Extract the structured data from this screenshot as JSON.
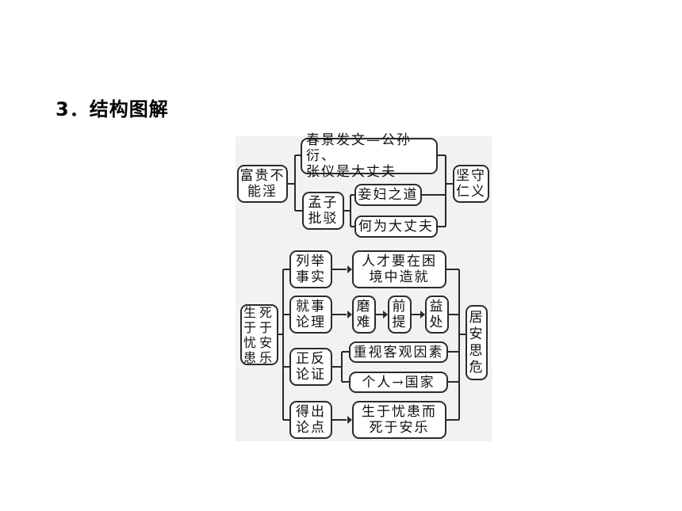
{
  "heading": "3．结构图解",
  "part1": {
    "main": "富贵不\n能淫",
    "branch_a": "春景发文—公孙衍、\n张仪是大丈夫",
    "branch_b": "孟子\n批驳",
    "b_item1": "妾妇之道",
    "b_item2": "何为大丈夫",
    "result": "坚守\n仁义"
  },
  "part2": {
    "main": "生死\n于于\n忧安\n患乐",
    "row1_label": "列举\n事实",
    "row1_content": "人才要在困\n境中造就",
    "row2_label": "就事\n论理",
    "row2_step1": "磨\n难",
    "row2_step2": "前\n提",
    "row2_step3": "益\n处",
    "row3_label": "正反\n论证",
    "row3_item1": "重视客观因素",
    "row3_item2": "个人→国家",
    "row4_label": "得出\n论点",
    "row4_content": "生于忧患而\n死于安乐",
    "result": "居\n安\n思\n危"
  }
}
